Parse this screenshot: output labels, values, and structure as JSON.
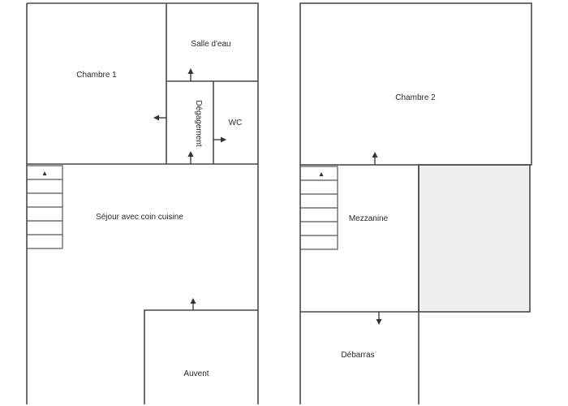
{
  "floors": {
    "ground": {
      "rooms": {
        "chambre_1": "Chambre 1",
        "salle_eau": "Salle d'eau",
        "degagement": "Dégagement",
        "wc": "WC",
        "sejour": "Séjour avec coin cuisine",
        "auvent": "Auvent"
      }
    },
    "upper": {
      "rooms": {
        "chambre_2": "Chambre 2",
        "mezzanine": "Mezzanine",
        "debarras": "Débarras"
      }
    }
  },
  "colors": {
    "walls": "#4a4a4a",
    "shaded_area": "#eef0ee"
  }
}
